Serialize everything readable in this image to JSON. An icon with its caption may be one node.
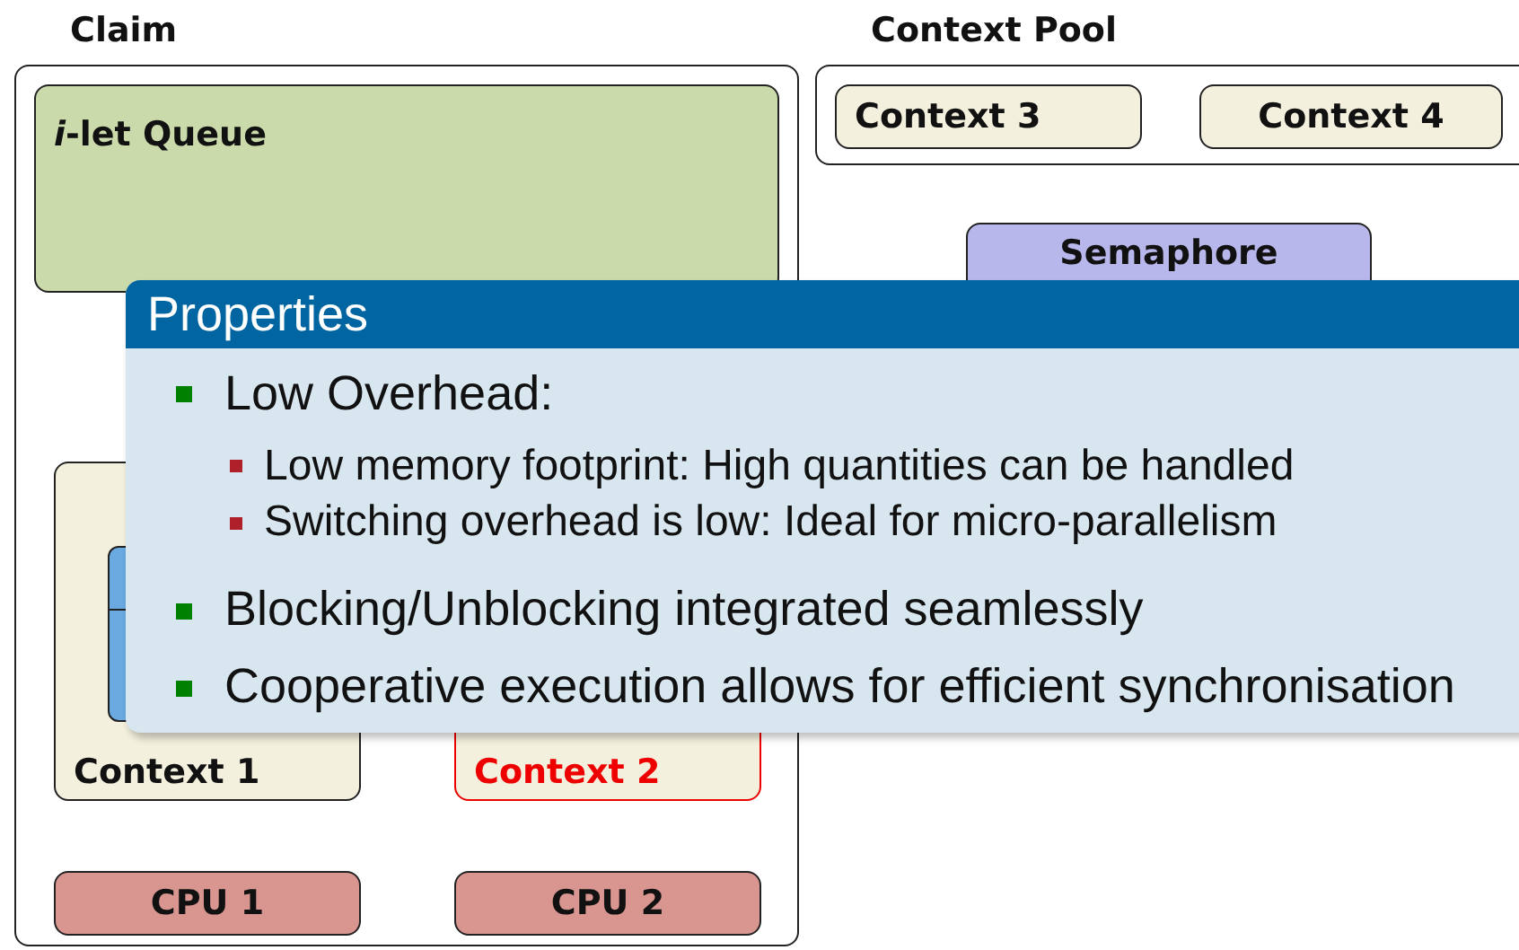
{
  "diagram": {
    "nodes": [
      {
        "text": [
          "Claim"
        ]
      },
      {
        "text": [
          "*i*-let Queue"
        ],
        "in": 0
      },
      {
        "text": [
          "Context 1"
        ],
        "in": 0
      },
      {
        "text": [],
        "shape": "box",
        "in": 2
      },
      {
        "text": [
          "Context 2"
        ],
        "in": 0
      },
      {
        "text": [
          "CPU 1"
        ],
        "in": 0
      },
      {
        "text": [
          "CPU 2"
        ],
        "in": 0
      },
      {
        "text": [
          "Context Pool"
        ]
      },
      {
        "text": [
          "Context 3"
        ],
        "in": 7
      },
      {
        "text": [
          "Context 4"
        ],
        "in": 7
      },
      {
        "text": [
          "Semaphore"
        ]
      },
      {
        "text": [
          "Properties",
          "Low Overhead:",
          "Low memory footprint: High quantities can be handled",
          "Switching overhead is low: Ideal for micro-parallelism",
          "Blocking/Unblocking integrated seamlessly",
          "Cooperative execution allows for efficient synchronisation"
        ]
      }
    ]
  }
}
